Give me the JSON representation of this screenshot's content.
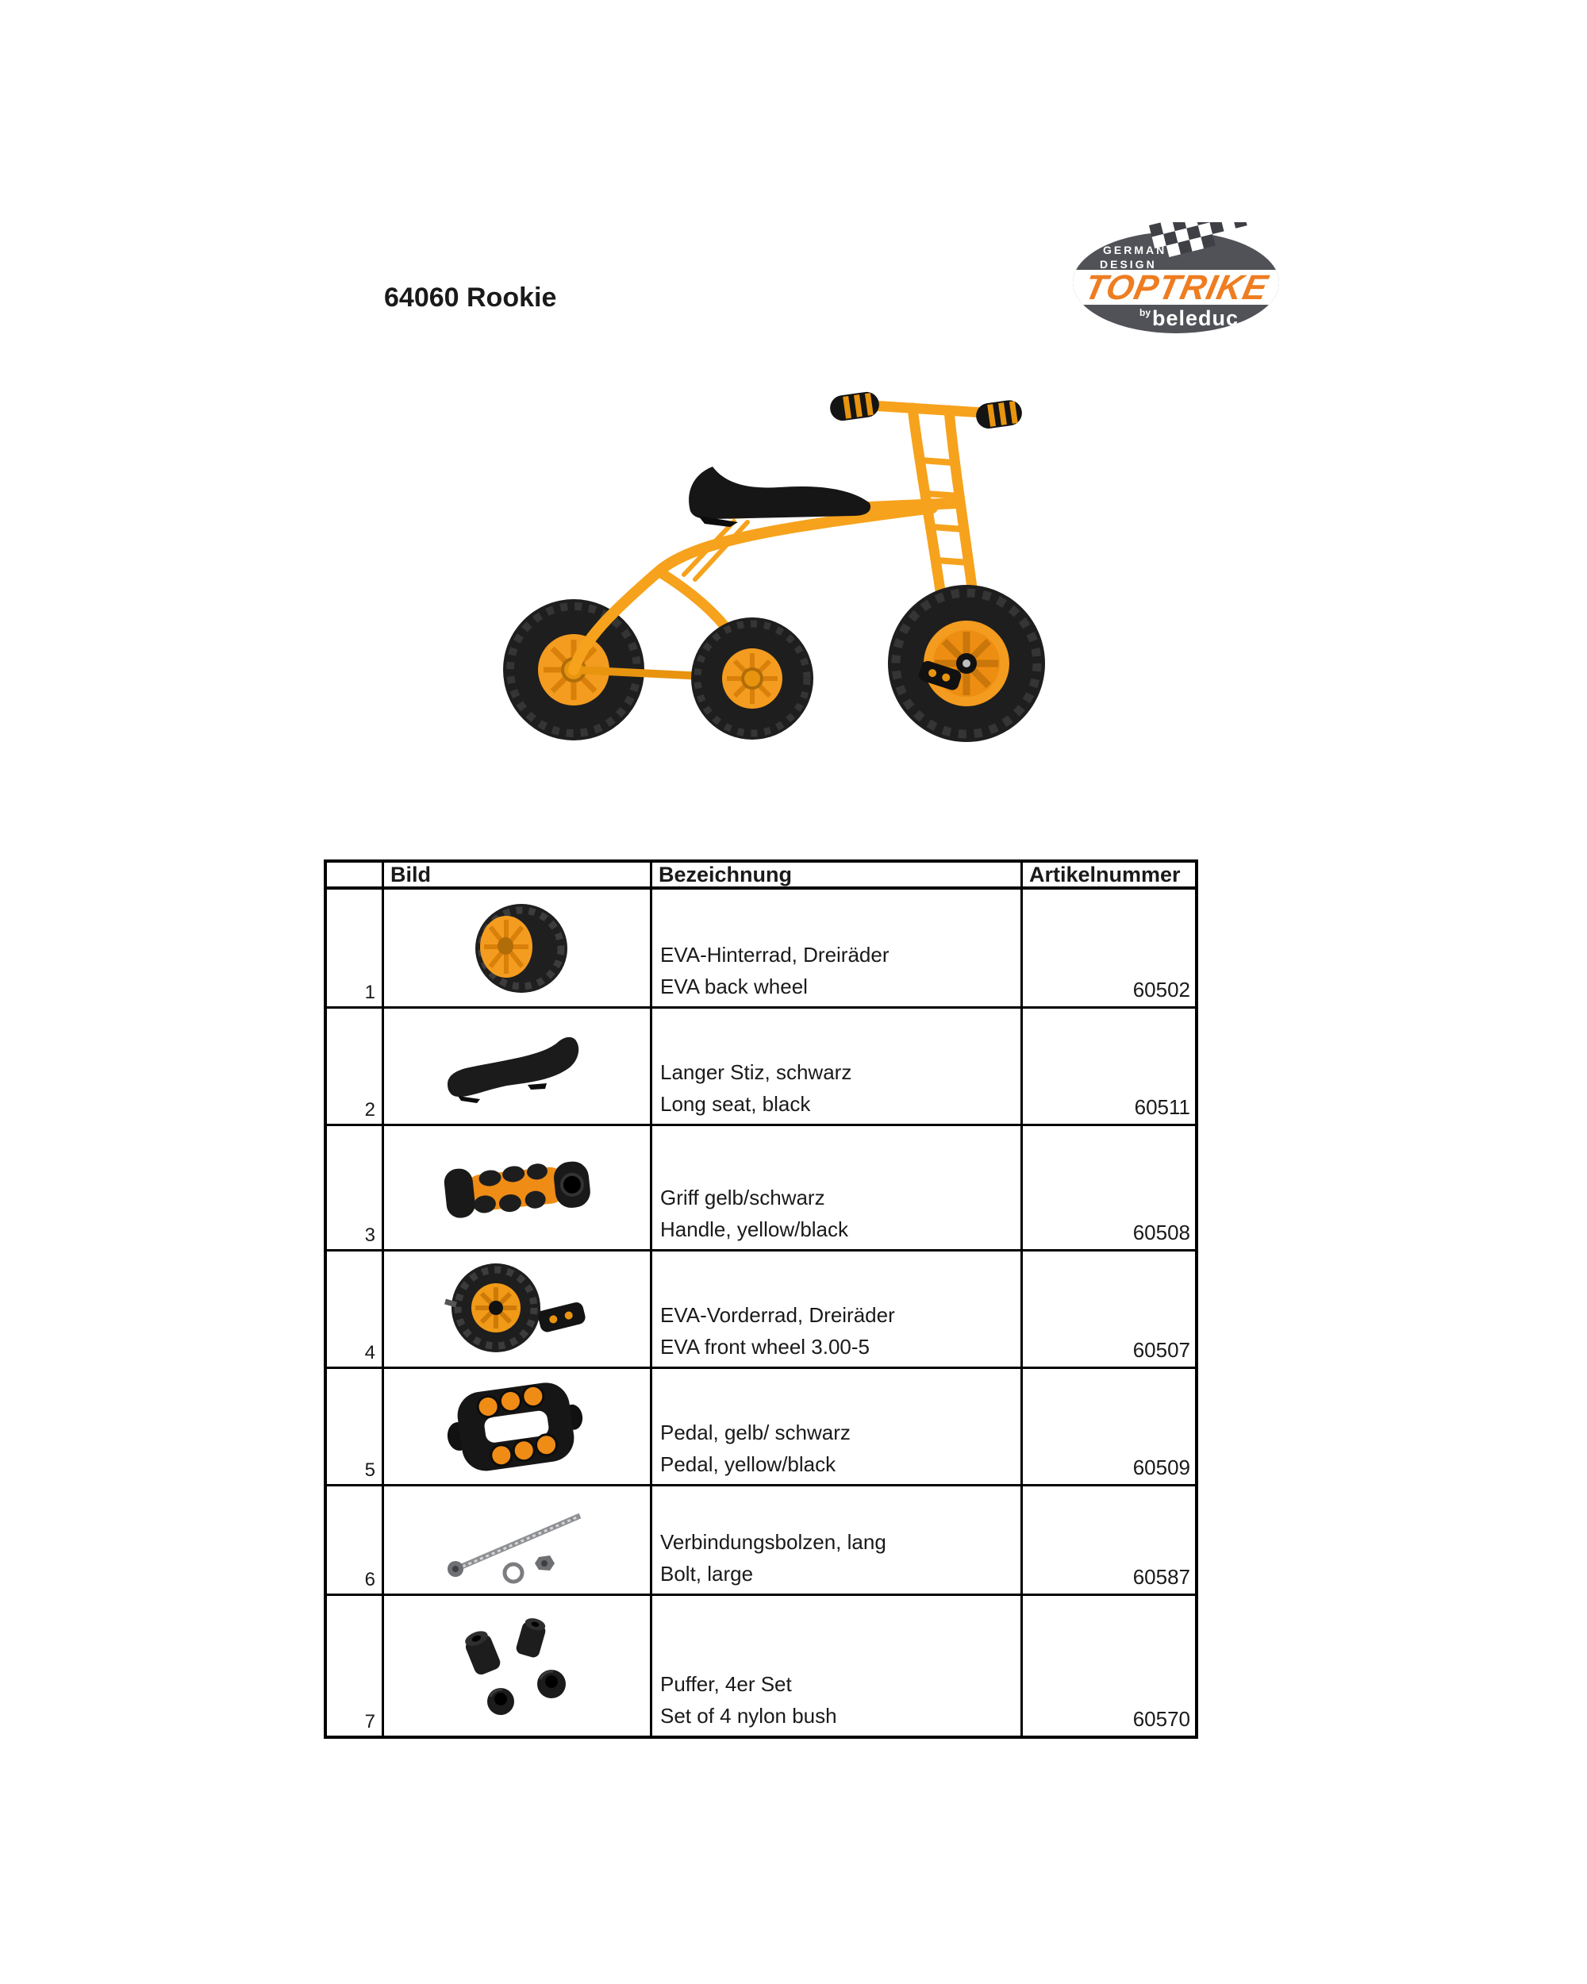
{
  "page": {
    "title": "64060 Rookie"
  },
  "logo": {
    "line1": "GERMAN",
    "line2": "DESIGN",
    "brand": "TOPTRIKE",
    "by": "by",
    "company": "beleduc",
    "colors": {
      "oval_gray": "#515257",
      "brand_orange": "#EE7D21",
      "checker_dark": "#3F4045"
    }
  },
  "product": {
    "image_name": "toptrike-rookie-tricycle-photo",
    "colors": {
      "frame_orange": "#F6A21C",
      "hub_orange": "#F49C1F",
      "spoke_orange": "#D9800A",
      "tire_black": "#1e1e1e",
      "seat_black": "#161616"
    }
  },
  "table": {
    "headers": {
      "num": "",
      "bild": "Bild",
      "bezeichnung": "Bezeichnung",
      "artikelnummer": "Artikelnummer"
    },
    "rows": [
      {
        "num": "1",
        "image": "eva-back-wheel-photo",
        "de": "EVA-Hinterrad, Dreiräder",
        "en": "EVA back wheel",
        "art": "60502"
      },
      {
        "num": "2",
        "image": "long-seat-photo",
        "de": "Langer Stiz, schwarz",
        "en": "Long seat, black",
        "art": "60511"
      },
      {
        "num": "3",
        "image": "handle-grip-photo",
        "de": "Griff gelb/schwarz",
        "en": "Handle, yellow/black",
        "art": "60508"
      },
      {
        "num": "4",
        "image": "eva-front-wheel-photo",
        "de": "EVA-Vorderrad, Dreiräder",
        "en": "EVA front wheel 3.00-5",
        "art": "60507"
      },
      {
        "num": "5",
        "image": "pedal-photo",
        "de": "Pedal, gelb/ schwarz",
        "en": "Pedal, yellow/black",
        "art": "60509"
      },
      {
        "num": "6",
        "image": "long-bolt-photo",
        "de": "Verbindungsbolzen, lang",
        "en": "Bolt, large",
        "art": "60587"
      },
      {
        "num": "7",
        "image": "nylon-bush-set-photo",
        "de": "Puffer, 4er Set",
        "en": "Set of 4 nylon bush",
        "art": "60570"
      }
    ]
  }
}
